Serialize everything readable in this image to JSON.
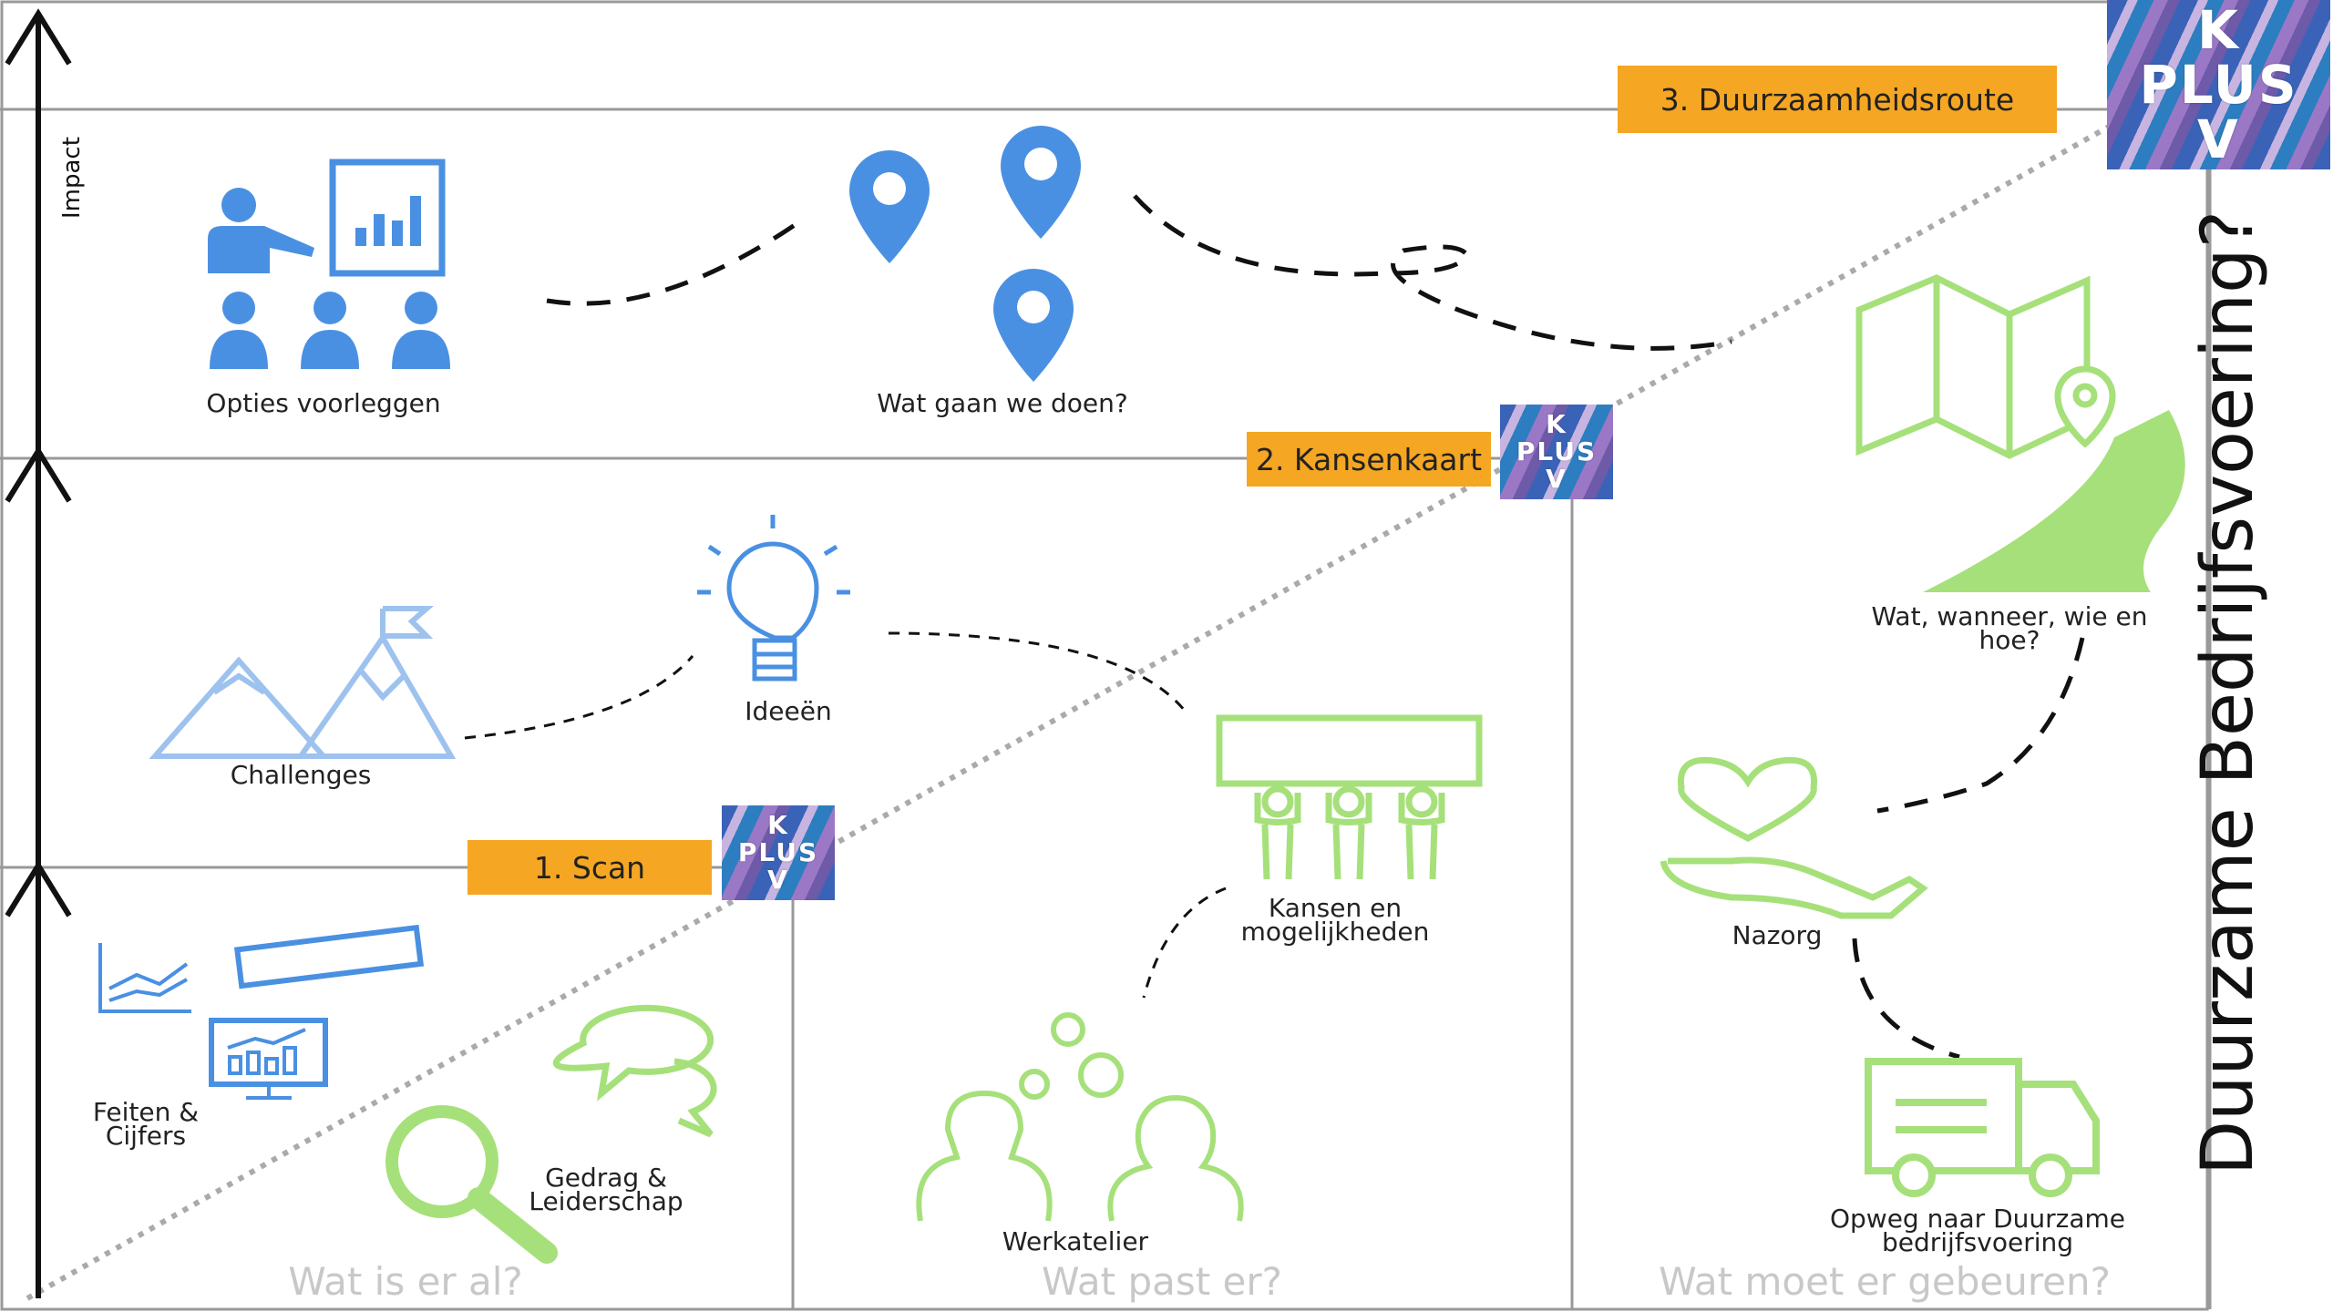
{
  "steps": {
    "scan": "1. Scan",
    "kansenkaart": "2. Kansenkaart",
    "route": "3. Duurzaamheidsroute"
  },
  "logo": {
    "line1": "K",
    "line2": "PLUS",
    "line3": "V"
  },
  "axis": {
    "impact": "Impact"
  },
  "side_title": "Duurzame Bedrijfsvoering?",
  "columns": {
    "col1": "Wat is er al?",
    "col2": "Wat past er?",
    "col3": "Wat moet er gebeuren?"
  },
  "labels": {
    "opties": "Opties voorleggen",
    "wat_gaan": "Wat gaan we doen?",
    "challenges": "Challenges",
    "ideeen": "Ideeën",
    "kansen_1": "Kansen en",
    "kansen_2": "mogelijkheden",
    "wat_wanneer_1": "Wat, wanneer, wie en",
    "wat_wanneer_2": "hoe?",
    "nazorg": "Nazorg",
    "feiten_1": "Feiten &",
    "feiten_2": "Cijfers",
    "gedrag_1": "Gedrag &",
    "gedrag_2": "Leiderschap",
    "werkatelier": "Werkatelier",
    "opweg_1": "Opweg naar Duurzame",
    "opweg_2": "bedrijfsvoering"
  },
  "colors": {
    "blue": "#4a90e2",
    "green": "#a6e07a",
    "orange": "#f5a623",
    "grid": "#999999"
  }
}
